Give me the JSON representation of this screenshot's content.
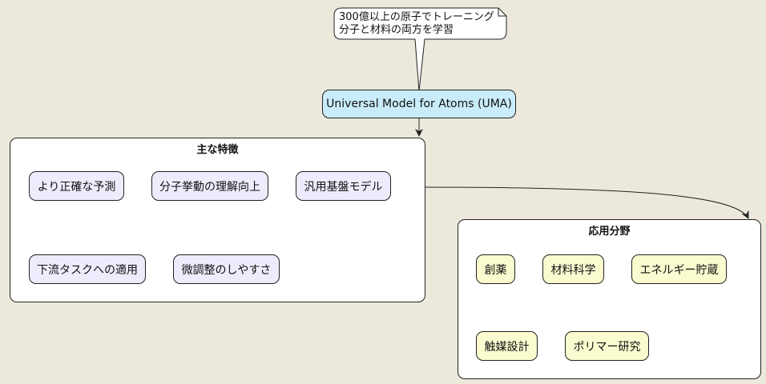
{
  "note": {
    "line1": "300億以上の原子でトレーニング",
    "line2": "分子と材料の両方を学習"
  },
  "main_node": {
    "label": "Universal Model for Atoms (UMA)"
  },
  "features_group": {
    "title": "主な特徴",
    "items": [
      {
        "label": "より正確な予測"
      },
      {
        "label": "分子挙動の理解向上"
      },
      {
        "label": "汎用基盤モデル"
      },
      {
        "label": "下流タスクへの適用"
      },
      {
        "label": "微調整のしやすさ"
      }
    ]
  },
  "applications_group": {
    "title": "応用分野",
    "items": [
      {
        "label": "創薬"
      },
      {
        "label": "材料科学"
      },
      {
        "label": "エネルギー貯蔵"
      },
      {
        "label": "触媒設計"
      },
      {
        "label": "ポリマー研究"
      }
    ]
  }
}
